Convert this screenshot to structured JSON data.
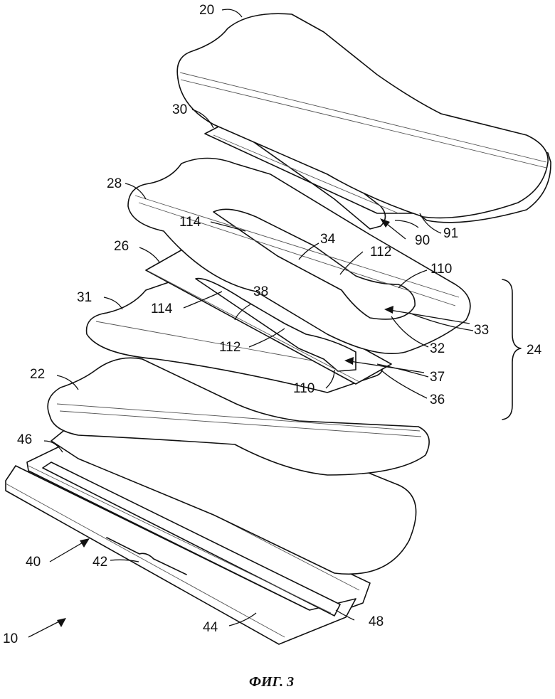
{
  "figure": {
    "caption": "ФИГ. 3",
    "reference_numerals": {
      "n20": "20",
      "n30": "30",
      "n28": "28",
      "n114a": "114",
      "n34": "34",
      "n112a": "112",
      "n110a": "110",
      "n90": "90",
      "n91": "91",
      "n26": "26",
      "n31": "31",
      "n114b": "114",
      "n38": "38",
      "n112b": "112",
      "n110b": "110",
      "n33": "33",
      "n32": "32",
      "n37": "37",
      "n36": "36",
      "n24": "24",
      "n22": "22",
      "n46": "46",
      "n40": "40",
      "n42": "42",
      "n44": "44",
      "n48": "48",
      "n10": "10"
    }
  }
}
